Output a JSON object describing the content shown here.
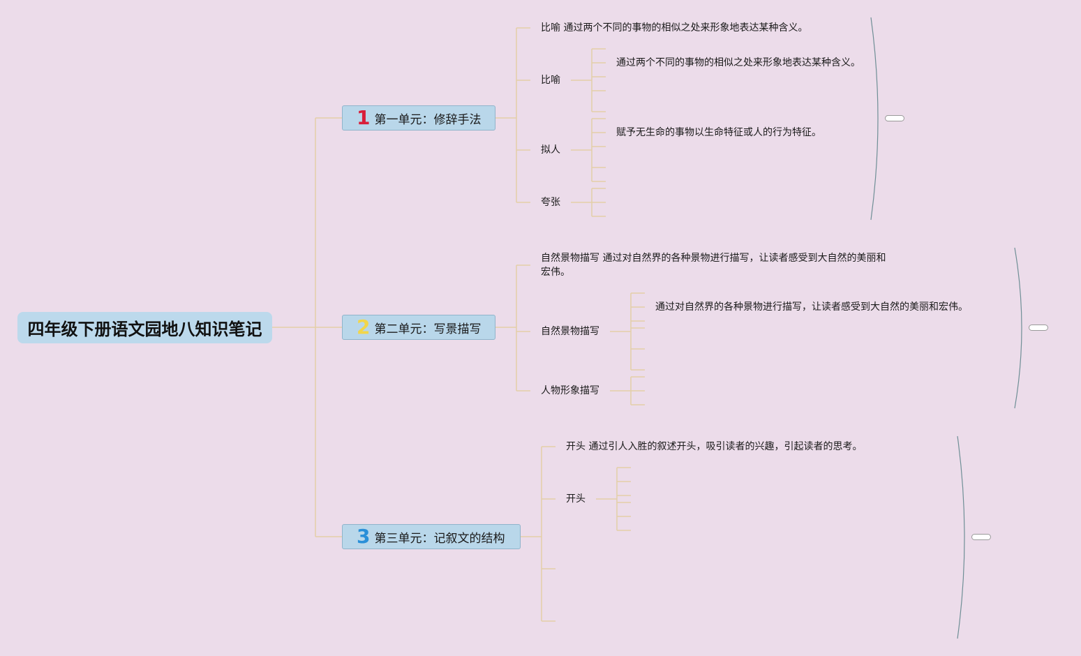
{
  "root": {
    "title": "四年级下册语文园地八知识笔记"
  },
  "units": [
    {
      "number": "1",
      "number_color": "#d81e3a",
      "label": "第一单元：修辞手法"
    },
    {
      "number": "2",
      "number_color": "#f2d64b",
      "label": "第二单元：写景描写"
    },
    {
      "number": "3",
      "number_color": "#2a8fd8",
      "label": "第三单元：记叙文的结构"
    }
  ],
  "unit1": {
    "summary": "比喻 通过两个不同的事物的相似之处来形象地表达某种含义。",
    "b1": "比喻",
    "b1_detail": "通过两个不同的事物的相似之处来形象地表达某种含义。",
    "b2": "拟人",
    "b2_detail": "赋予无生命的事物以生命特征或人的行为特征。",
    "b3": "夸张"
  },
  "unit2": {
    "summary": "自然景物描写 通过对自然界的各种景物进行描写，让读者感受到大自然的美丽和宏伟。",
    "b1": "自然景物描写",
    "b1_detail": "通过对自然界的各种景物进行描写，让读者感受到大自然的美丽和宏伟。",
    "b2": "人物形象描写"
  },
  "unit3": {
    "summary": "开头 通过引人入胜的叙述开头，吸引读者的兴趣，引起读者的思考。",
    "b1": "开头"
  },
  "colors": {
    "background": "#ecdcea",
    "connector": "#e3cfa8",
    "bracket": "#6f8f96",
    "root_fill": "#bcd9ec",
    "unit_fill": "#b9d7ea"
  }
}
